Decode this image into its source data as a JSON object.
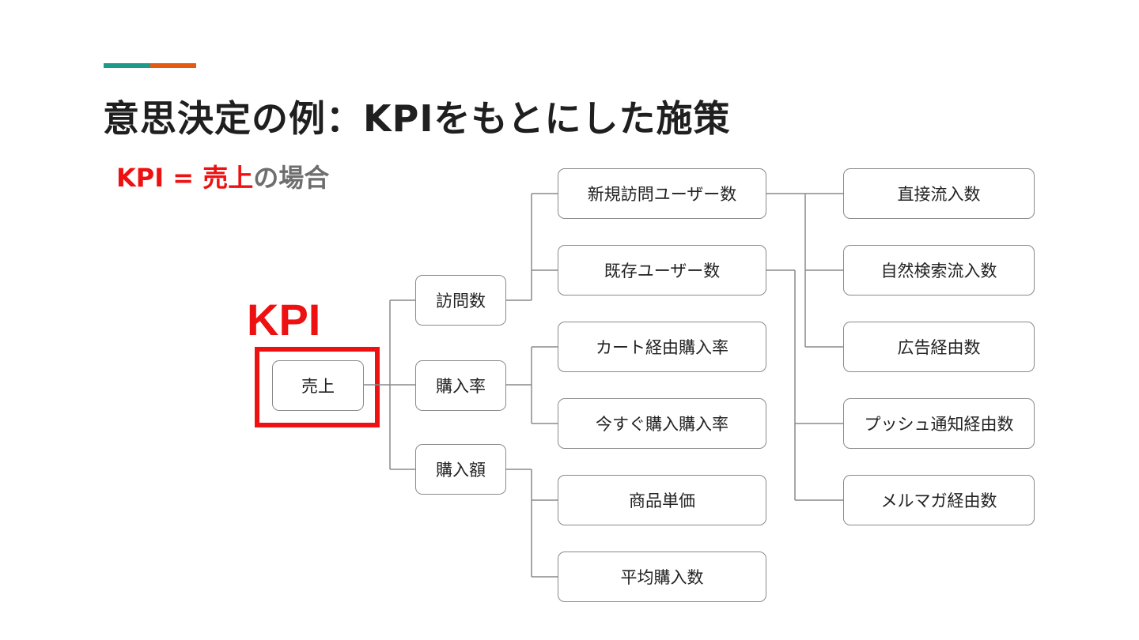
{
  "slide": {
    "title": "意思決定の例：KPIをもとにした施策",
    "subtitle_prefix": "KPI = 売上",
    "subtitle_suffix": "の場合",
    "kpi_label": "KPI"
  },
  "colors": {
    "accent_teal": "#1e9a8a",
    "accent_orange": "#e55a12",
    "highlight_red": "#ee1111",
    "subtitle_gray": "#6e6e6e",
    "connector": "#8a8a8a"
  },
  "tree": {
    "root": "売上",
    "level1": [
      "訪問数",
      "購入率",
      "購入額"
    ],
    "level2": [
      "新規訪問ユーザー数",
      "既存ユーザー数",
      "カート経由購入率",
      "今すぐ購入購入率",
      "商品単価",
      "平均購入数"
    ],
    "level3": [
      "直接流入数",
      "自然検索流入数",
      "広告経由数",
      "プッシュ通知経由数",
      "メルマガ経由数"
    ]
  }
}
